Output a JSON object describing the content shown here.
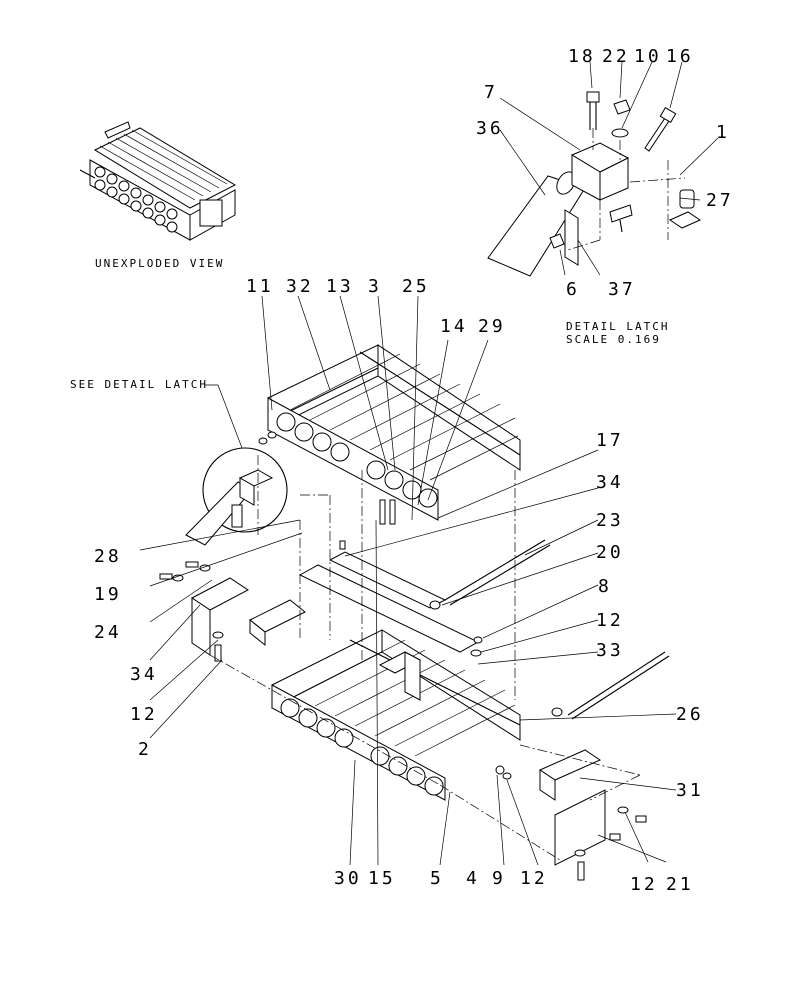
{
  "captions": {
    "unexploded": "UNEXPLODED VIEW",
    "detail_title": "DETAIL LATCH",
    "detail_scale": "SCALE 0.169",
    "see_detail": "SEE DETAIL LATCH"
  },
  "callouts": [
    {
      "id": "c-18",
      "text": "18"
    },
    {
      "id": "c-22",
      "text": "22"
    },
    {
      "id": "c-10",
      "text": "10"
    },
    {
      "id": "c-16",
      "text": "16"
    },
    {
      "id": "c-7",
      "text": "7"
    },
    {
      "id": "c-36",
      "text": "36"
    },
    {
      "id": "c-1",
      "text": "1"
    },
    {
      "id": "c-27",
      "text": "27"
    },
    {
      "id": "c-6",
      "text": "6"
    },
    {
      "id": "c-37",
      "text": "37"
    },
    {
      "id": "c-11",
      "text": "11"
    },
    {
      "id": "c-32",
      "text": "32"
    },
    {
      "id": "c-13",
      "text": "13"
    },
    {
      "id": "c-3",
      "text": "3"
    },
    {
      "id": "c-25",
      "text": "25"
    },
    {
      "id": "c-14",
      "text": "14"
    },
    {
      "id": "c-29",
      "text": "29"
    },
    {
      "id": "c-17",
      "text": "17"
    },
    {
      "id": "c-34a",
      "text": "34"
    },
    {
      "id": "c-23",
      "text": "23"
    },
    {
      "id": "c-20",
      "text": "20"
    },
    {
      "id": "c-8",
      "text": "8"
    },
    {
      "id": "c-12a",
      "text": "12"
    },
    {
      "id": "c-33",
      "text": "33"
    },
    {
      "id": "c-28",
      "text": "28"
    },
    {
      "id": "c-19",
      "text": "19"
    },
    {
      "id": "c-24",
      "text": "24"
    },
    {
      "id": "c-34b",
      "text": "34"
    },
    {
      "id": "c-12b",
      "text": "12"
    },
    {
      "id": "c-2",
      "text": "2"
    },
    {
      "id": "c-26",
      "text": "26"
    },
    {
      "id": "c-31",
      "text": "31"
    },
    {
      "id": "c-30",
      "text": "30"
    },
    {
      "id": "c-15",
      "text": "15"
    },
    {
      "id": "c-5",
      "text": "5"
    },
    {
      "id": "c-4",
      "text": "4"
    },
    {
      "id": "c-9",
      "text": "9"
    },
    {
      "id": "c-12c",
      "text": "12"
    },
    {
      "id": "c-12d",
      "text": "12"
    },
    {
      "id": "c-21",
      "text": "21"
    }
  ]
}
